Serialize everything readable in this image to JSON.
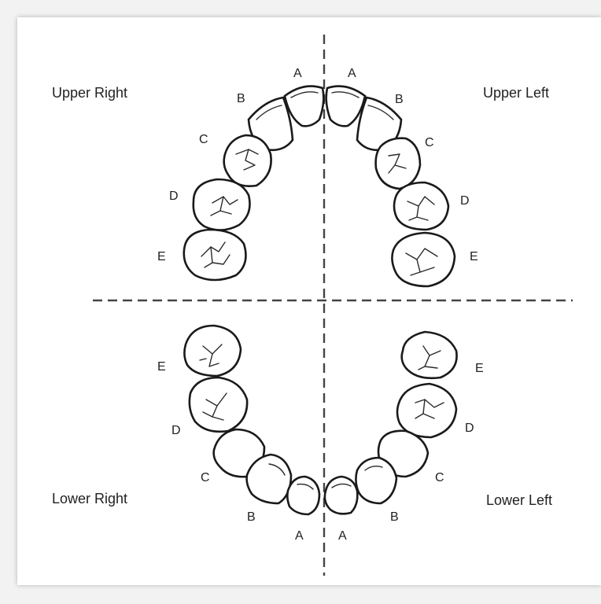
{
  "quadrants": {
    "upper_right": "Upper Right",
    "upper_left": "Upper Left",
    "lower_right": "Lower Right",
    "lower_left": "Lower Left"
  },
  "upper_right_teeth": [
    "A",
    "B",
    "C",
    "D",
    "E"
  ],
  "upper_left_teeth": [
    "A",
    "B",
    "C",
    "D",
    "E"
  ],
  "lower_right_teeth": [
    "A",
    "B",
    "C",
    "D",
    "E"
  ],
  "lower_left_teeth": [
    "A",
    "B",
    "C",
    "D",
    "E"
  ]
}
